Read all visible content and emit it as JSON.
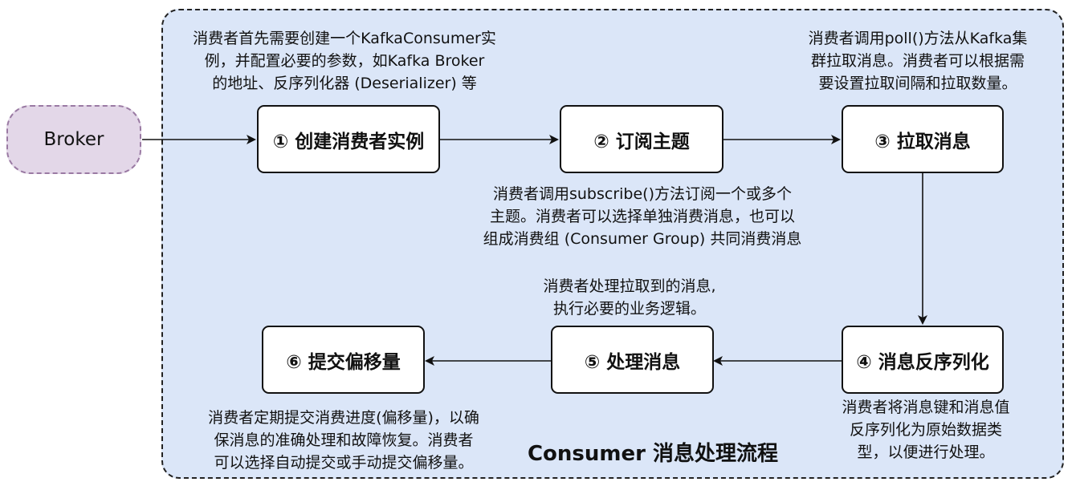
{
  "broker": {
    "label": "Broker"
  },
  "steps": [
    {
      "label": "① 创建消费者实例"
    },
    {
      "label": "② 订阅主题"
    },
    {
      "label": "③ 拉取消息"
    },
    {
      "label": "④ 消息反序列化"
    },
    {
      "label": "⑤ 处理消息"
    },
    {
      "label": "⑥ 提交偏移量"
    }
  ],
  "notes": {
    "n1": [
      "消费者首先需要创建一个KafkaConsumer实",
      "例，并配置必要的参数，如Kafka Broker",
      "的地址、反序列化器 (Deserializer) 等"
    ],
    "n2": [
      "消费者调用subscribe()方法订阅一个或多个",
      "主题。消费者可以选择单独消费消息，也可以",
      "组成消费组 (Consumer Group) 共同消费消息"
    ],
    "n3": [
      "消费者调用poll()方法从Kafka集",
      "群拉取消息。消费者可以根据需",
      "要设置拉取间隔和拉取数量。"
    ],
    "n4": [
      "消费者将消息键和消息值",
      "反序列化为原始数据类",
      "型，以便进行处理。"
    ],
    "n5": [
      "消费者处理拉取到的消息,",
      "执行必要的业务逻辑。"
    ],
    "n6": [
      "消费者定期提交消费进度(偏移量)，以确",
      "保消息的准确处理和故障恢复。消费者",
      "可以选择自动提交或手动提交偏移量。"
    ]
  },
  "title": "Consumer 消息处理流程"
}
